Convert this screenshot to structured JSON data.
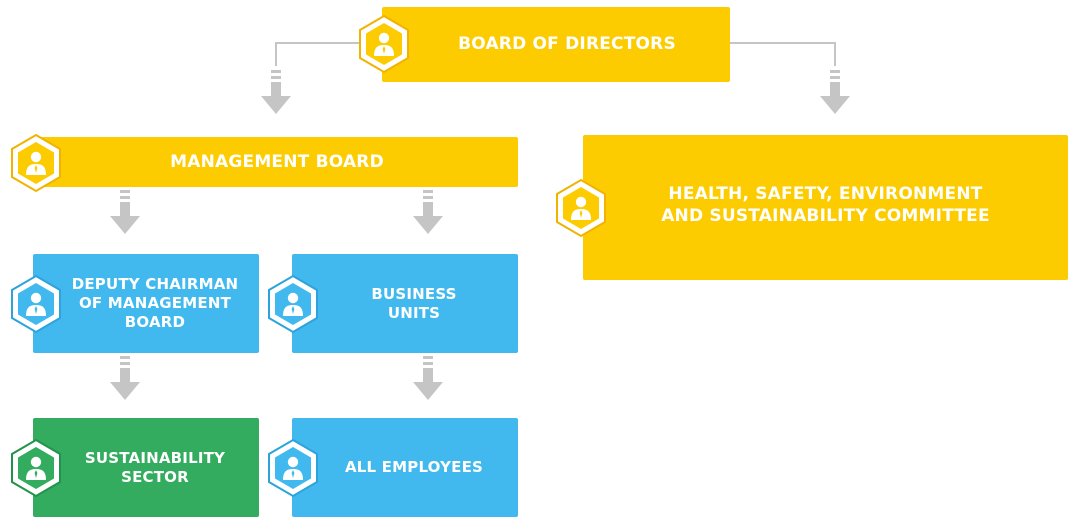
{
  "colors": {
    "yellow": "#fccc00",
    "blue": "#42b9ee",
    "green": "#33ac5f",
    "line": "#c5c5c5",
    "hex_border": "#f2b300",
    "blue_hex_border": "#2da3dc",
    "green_hex_border": "#22934c"
  },
  "icon": "person-icon",
  "nodes": {
    "board_of_directors": "BOARD OF DIRECTORS",
    "management_board": "MANAGEMENT BOARD",
    "hse_committee": "HEALTH, SAFETY, ENVIRONMENT\nAND SUSTAINABILITY COMMITTEE",
    "deputy_chairman": "DEPUTY CHAIRMAN\nOF MANAGEMENT\nBOARD",
    "business_units": "BUSINESS\nUNITS",
    "sustainability_sector": "SUSTAINABILITY\nSECTOR",
    "all_employees": "ALL EMPLOYEES"
  }
}
